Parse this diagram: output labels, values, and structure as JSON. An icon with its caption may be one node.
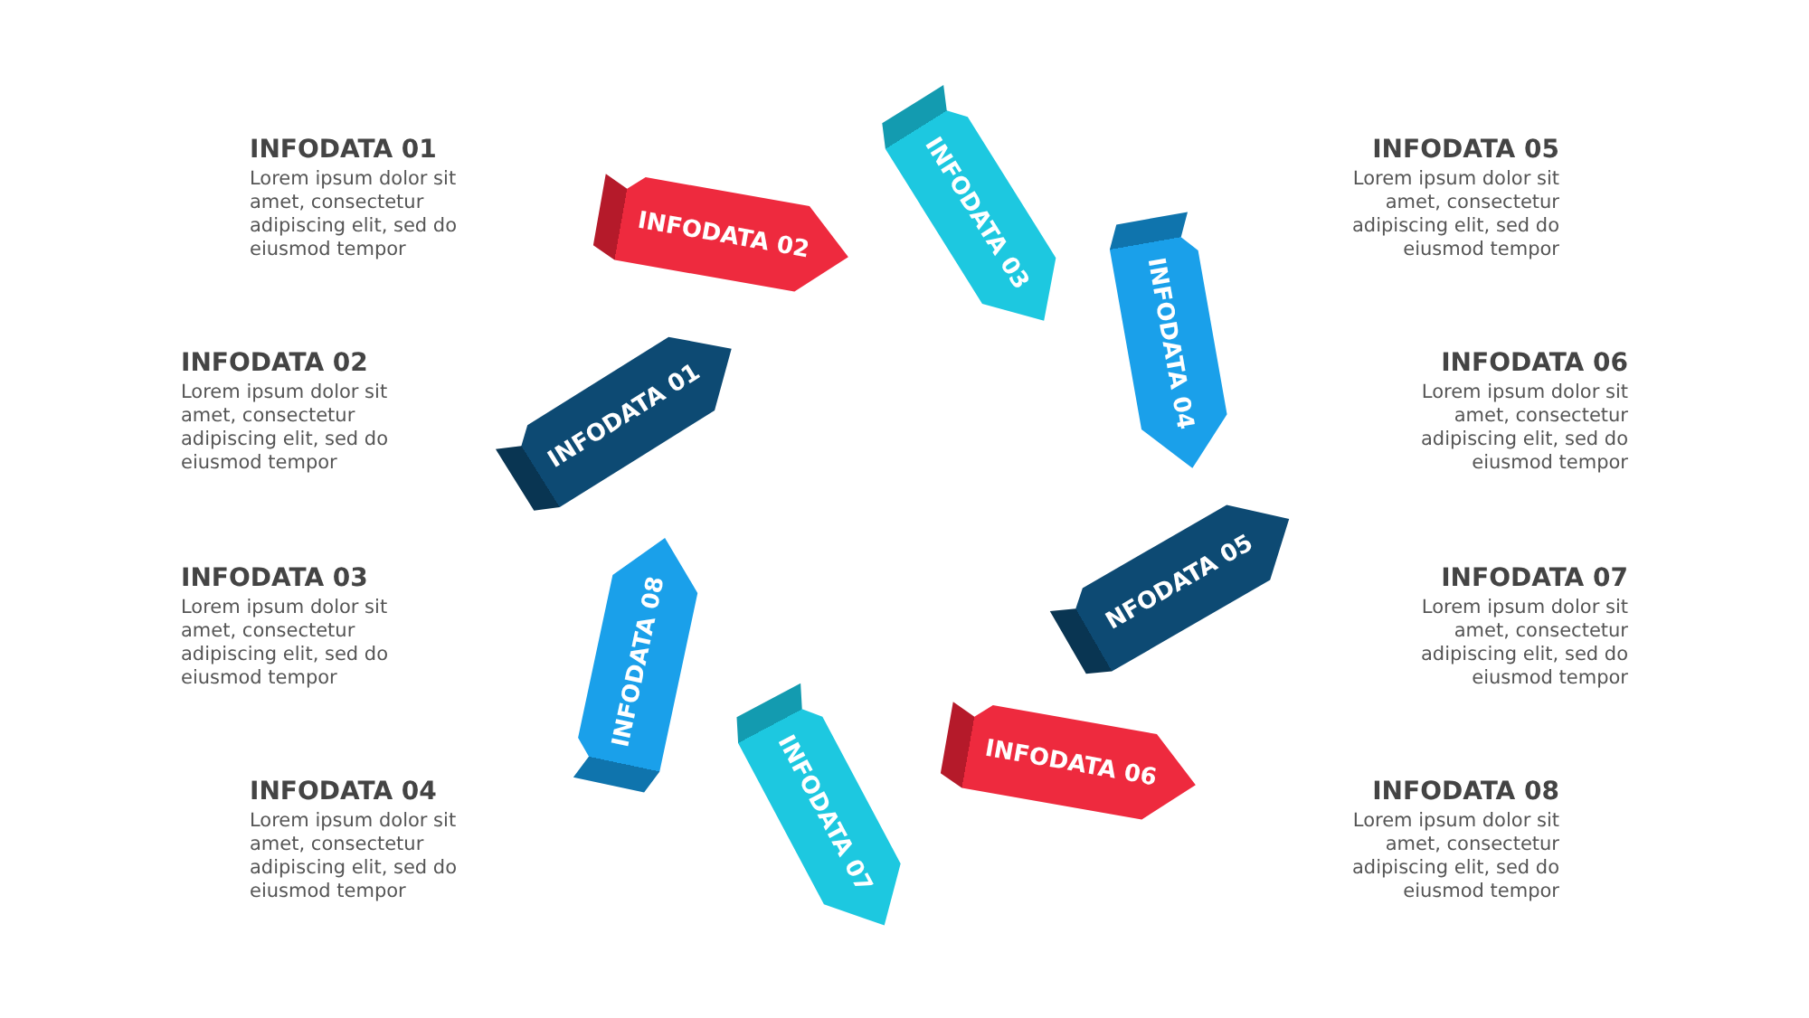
{
  "diagram": {
    "nodes": [
      {
        "text": [
          "INFODATA 01"
        ]
      },
      {
        "text": [
          "INFODATA 02"
        ]
      },
      {
        "text": [
          "INFODATA 03"
        ]
      },
      {
        "text": [
          "INFODATA 04"
        ]
      },
      {
        "text": [
          "NFODATA 05"
        ]
      },
      {
        "text": [
          "INFODATA 06"
        ]
      },
      {
        "text": [
          "INFODATA 07"
        ]
      },
      {
        "text": [
          "INFODATA 08"
        ]
      }
    ],
    "labels": [
      "INFODATA 01",
      "Lorem ipsum dolor sit amet, consectetur adipiscing elit, sed do eiusmod tempor",
      "INFODATA 05",
      "Lorem ipsum dolor sit amet, consectetur adipiscing elit, sed do eiusmod tempor",
      "INFODATA 02",
      "Lorem ipsum dolor sit amet, consectetur adipiscing elit, sed do eiusmod tempor",
      "INFODATA 06",
      "Lorem ipsum dolor sit amet, consectetur adipiscing elit, sed do eiusmod tempor",
      "INFODATA 03",
      "Lorem ipsum dolor sit amet, consectetur adipiscing elit, sed do eiusmod tempor",
      "INFODATA 07",
      "Lorem ipsum dolor sit amet, consectetur adipiscing elit, sed do eiusmod tempor",
      "INFODATA 04",
      "Lorem ipsum dolor sit amet, consectetur adipiscing elit, sed do eiusmod tempor",
      "INFODATA 08",
      "Lorem ipsum dolor sit amet, consectetur adipiscing elit, sed do eiusmod tempor"
    ]
  }
}
